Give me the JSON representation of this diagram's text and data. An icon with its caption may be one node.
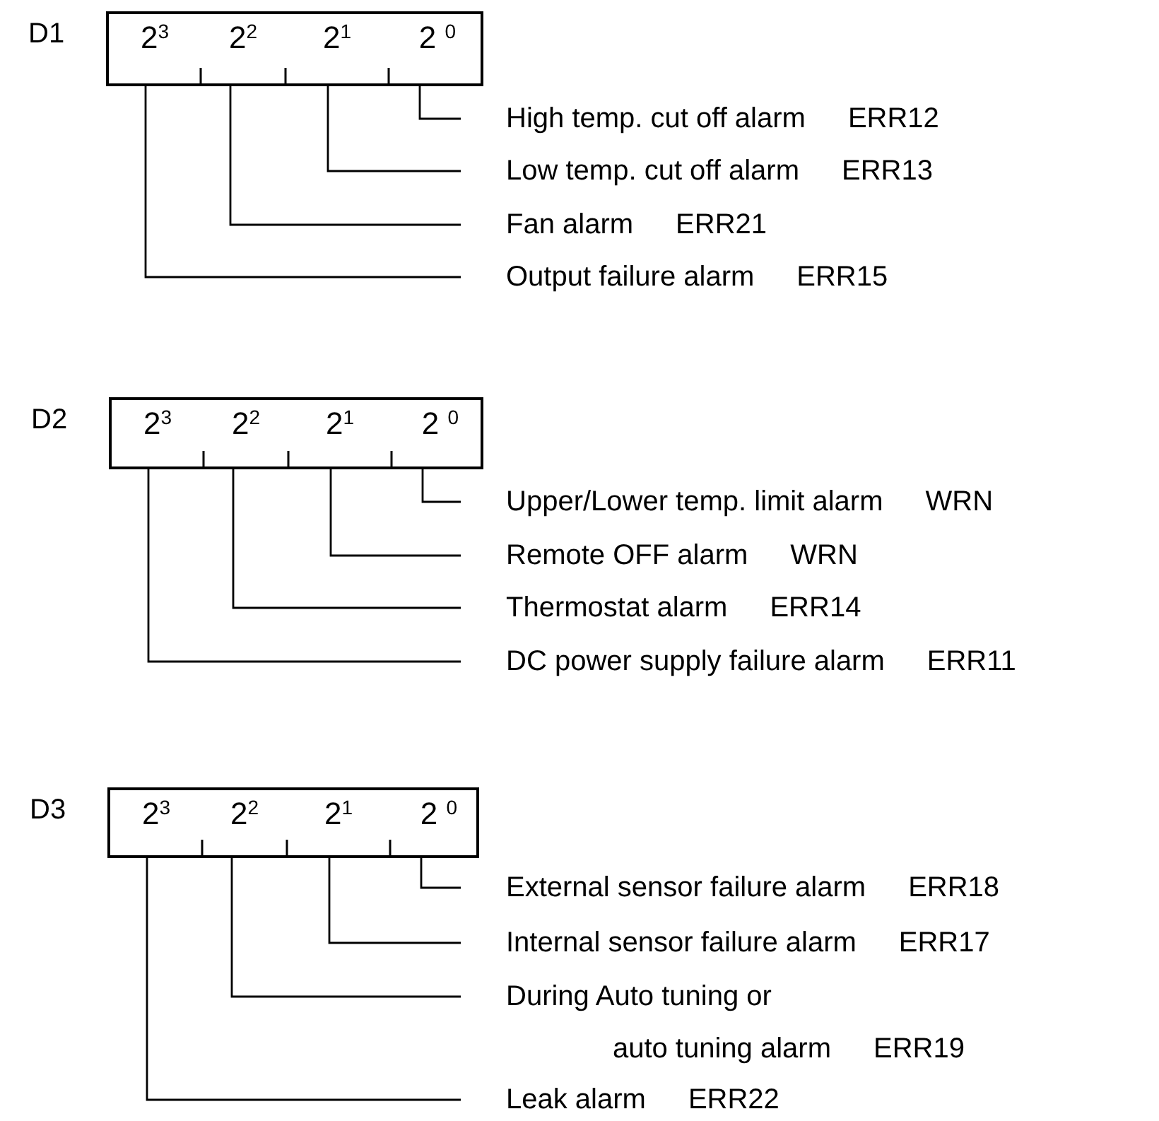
{
  "diagram": {
    "nodes": [
      {
        "text": [],
        "shape": "box",
        "beside": [
          "D1"
        ]
      },
      {
        "text": [
          "2$^{3}$"
        ],
        "in": 0
      },
      {
        "text": [
          "2$^{2}$"
        ],
        "in": 0
      },
      {
        "text": [
          "2$^{1}$"
        ],
        "in": 0
      },
      {
        "text": [
          "2 $^{0}$"
        ],
        "in": 0
      },
      {
        "text": [
          "High temp. cut off alarm",
          "ERR12"
        ]
      },
      {
        "text": [
          "Low temp. cut off alarm",
          "ERR13"
        ]
      },
      {
        "text": [
          "Fan alarm",
          "ERR21"
        ]
      },
      {
        "text": [
          "Output failure alarm",
          "ERR15"
        ]
      },
      {
        "text": [],
        "shape": "box",
        "beside": [
          "D2"
        ]
      },
      {
        "text": [
          "2$^{3}$"
        ],
        "in": 9
      },
      {
        "text": [
          "2$^{2}$"
        ],
        "in": 9
      },
      {
        "text": [
          "2$^{1}$"
        ],
        "in": 9
      },
      {
        "text": [
          "2 $^{0}$"
        ],
        "in": 9
      },
      {
        "text": [
          "Upper/Lower temp. limit alarm",
          "WRN"
        ]
      },
      {
        "text": [
          "Remote OFF alarm",
          "WRN"
        ]
      },
      {
        "text": [
          "Thermostat alarm",
          "ERR14"
        ]
      },
      {
        "text": [
          "DC power supply failure alarm",
          "ERR11"
        ]
      },
      {
        "text": [],
        "shape": "box",
        "beside": [
          "D3"
        ]
      },
      {
        "text": [
          "2$^{3}$"
        ],
        "in": 18
      },
      {
        "text": [
          "2$^{2}$"
        ],
        "in": 18
      },
      {
        "text": [
          "2$^{1}$"
        ],
        "in": 18
      },
      {
        "text": [
          "2 $^{0}$"
        ],
        "in": 18
      },
      {
        "text": [
          "External sensor failure alarm",
          "ERR18"
        ]
      },
      {
        "text": [
          "Internal sensor failure alarm",
          "ERR17"
        ]
      },
      {
        "text": [
          "During Auto tuning or auto tuning alarm",
          "ERR19"
        ]
      },
      {
        "text": [
          "Leak alarm",
          "ERR22"
        ]
      }
    ],
    "edges": [
      {
        "from": 4,
        "to": 5,
        "arrow": "none"
      },
      {
        "from": 3,
        "to": 6,
        "arrow": "none"
      },
      {
        "from": 2,
        "to": 7,
        "arrow": "none"
      },
      {
        "from": 1,
        "to": 8,
        "arrow": "none"
      },
      {
        "from": 13,
        "to": 14,
        "arrow": "none"
      },
      {
        "from": 12,
        "to": 15,
        "arrow": "none"
      },
      {
        "from": 11,
        "to": 16,
        "arrow": "none"
      },
      {
        "from": 10,
        "to": 17,
        "arrow": "none"
      },
      {
        "from": 22,
        "to": 23,
        "arrow": "none"
      },
      {
        "from": 21,
        "to": 24,
        "arrow": "none"
      },
      {
        "from": 20,
        "to": 25,
        "arrow": "none"
      },
      {
        "from": 19,
        "to": 26,
        "arrow": "none"
      }
    ]
  }
}
